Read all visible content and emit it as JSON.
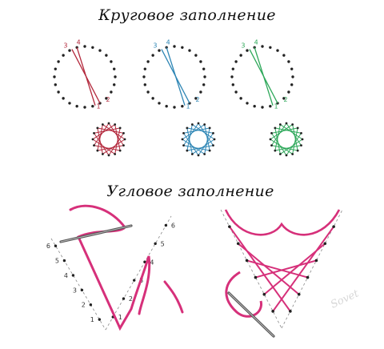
{
  "headings": {
    "circular": "Круговое заполнение",
    "angular": "Угловое заполнение"
  },
  "colors": {
    "red": "#b3283c",
    "blue": "#2e86b5",
    "green": "#2ea85a",
    "pink": "#d6307a",
    "dots": "#222222",
    "needle": "#555555"
  },
  "circles": [
    {
      "color_key": "red",
      "labels": [
        "1",
        "2",
        "3",
        "4"
      ]
    },
    {
      "color_key": "blue",
      "labels": [
        "1",
        "2",
        "3",
        "4"
      ]
    },
    {
      "color_key": "green",
      "labels": [
        "1",
        "2",
        "3",
        "4"
      ]
    }
  ],
  "angle_left_numbers": [
    "1",
    "2",
    "3",
    "4",
    "5",
    "6",
    "6",
    "5",
    "4",
    "3",
    "2",
    "1"
  ],
  "watermark": "Sovet"
}
